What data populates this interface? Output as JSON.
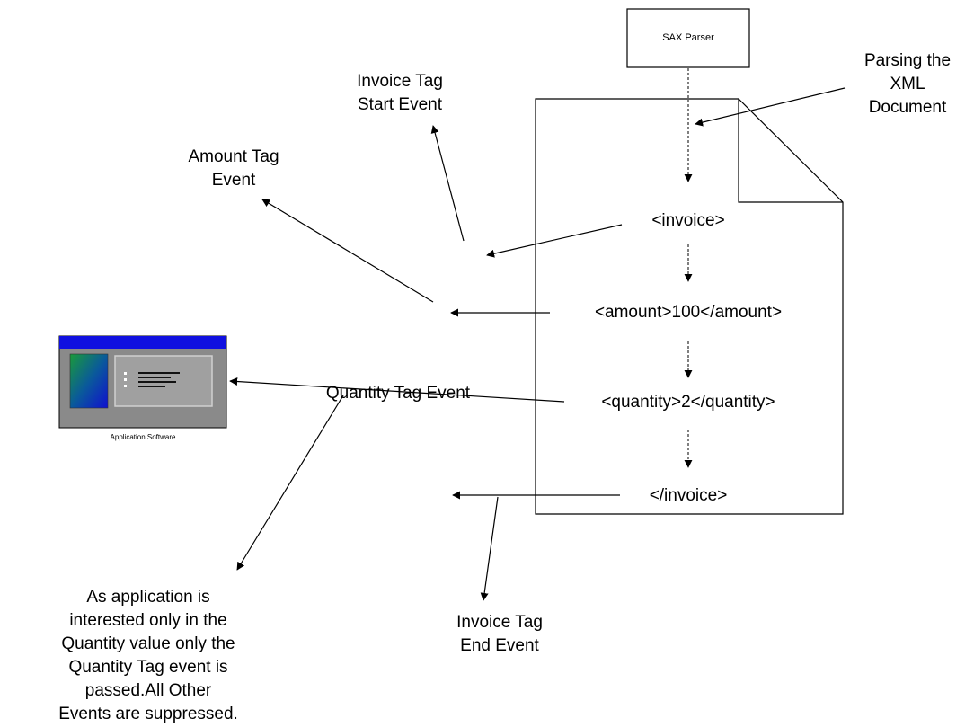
{
  "parser": {
    "label": "SAX Parser"
  },
  "document": {
    "annotation": "Parsing the\nXML\nDocument",
    "tags": {
      "invoice_open": "<invoice>",
      "amount": "<amount>100</amount>",
      "quantity": "<quantity>2</quantity>",
      "invoice_close": "</invoice>"
    }
  },
  "events": {
    "invoice_start": "Invoice Tag\nStart Event",
    "amount": "Amount Tag\nEvent",
    "quantity": "Quantity Tag Event",
    "invoice_end": "Invoice Tag\nEnd Event"
  },
  "application": {
    "caption": "Application Software",
    "icon": "application-window-icon",
    "titlebar_color": "#1010e0"
  },
  "note": "As application is\ninterested only in the\nQuantity value only the\nQuantity Tag event is\npassed.All Other\nEvents are suppressed."
}
